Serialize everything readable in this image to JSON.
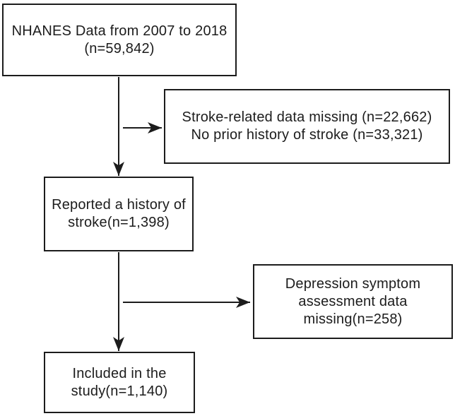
{
  "flowchart": {
    "colors": {
      "line": "#1c1c1c",
      "text": "#1c1c1c",
      "background": "#ffffff"
    },
    "boxes": [
      {
        "id": "nhanes-data",
        "lines": [
          "NHANES Data from 2007 to 2018",
          "(n=59,842)"
        ]
      },
      {
        "id": "stroke-exclusions",
        "lines": [
          "Stroke-related data missing (n=22,662)",
          "No prior history of stroke (n=33,321)"
        ]
      },
      {
        "id": "reported-history",
        "lines": [
          "Reported a history of",
          "stroke(n=1,398)"
        ]
      },
      {
        "id": "depression-assessment-missing",
        "lines": [
          "Depression symptom",
          "assessment data",
          "missing(n=258)"
        ]
      },
      {
        "id": "included-in-study",
        "lines": [
          "Included in the",
          "study(n=1,140)"
        ]
      }
    ],
    "arrows": [
      {
        "name": "nhanes-to-reported-history",
        "direction": "down"
      },
      {
        "name": "branch-to-stroke-exclusions",
        "direction": "right"
      },
      {
        "name": "reported-history-to-included",
        "direction": "down"
      },
      {
        "name": "branch-to-depression-missing",
        "direction": "right"
      }
    ]
  }
}
